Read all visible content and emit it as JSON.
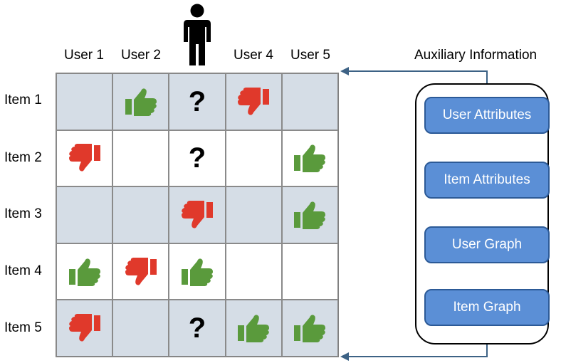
{
  "users": [
    "User 1",
    "User 2",
    "",
    "User 4",
    "User 5"
  ],
  "items": [
    "Item 1",
    "Item 2",
    "Item 3",
    "Item 4",
    "Item 5"
  ],
  "cells": [
    [
      "empty",
      "like",
      "unknown",
      "dislike",
      "empty"
    ],
    [
      "dislike",
      "empty",
      "unknown",
      "empty",
      "like"
    ],
    [
      "empty",
      "empty",
      "dislike",
      "empty",
      "like"
    ],
    [
      "like",
      "dislike",
      "like",
      "empty",
      "empty"
    ],
    [
      "dislike",
      "empty",
      "unknown",
      "like",
      "like"
    ]
  ],
  "unknown_symbol": "?",
  "auxiliary": {
    "title": "Auxiliary Information",
    "boxes": [
      "User Attributes",
      "Item Attributes",
      "User Graph",
      "Item Graph"
    ]
  },
  "colors": {
    "like": "#5a9a3c",
    "dislike": "#e0392b",
    "shaded": "#d5dde6",
    "box": "#5b8fd6",
    "connector": "#3d6285"
  },
  "icons": {
    "target_user": "person-icon",
    "like": "thumbs-up-icon",
    "dislike": "thumbs-down-icon"
  }
}
